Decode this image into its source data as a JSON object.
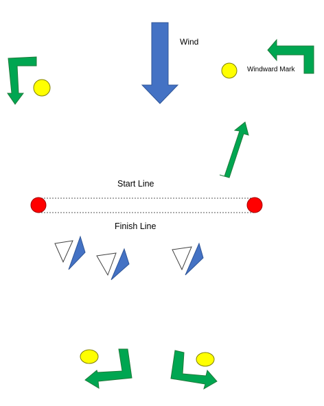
{
  "labels": {
    "wind": "Wind",
    "windward_mark": "Windward Mark",
    "start_line": "Start Line",
    "finish_line": "Finish Line"
  },
  "colors": {
    "wind_arrow": "#4472C4",
    "course_arrow": "#00A651",
    "course_arrow_outline": "#1E7B3A",
    "mark": "#FFFF00",
    "line_end_mark": "#FF0000",
    "boat_sail": "#4472C4",
    "boat_hull": "#ffffff",
    "dotted_line": "#555555"
  },
  "icons": {
    "wind": "down-arrow",
    "course": "bent-arrow",
    "mark": "circle-buoy",
    "boat": "triangle-sail"
  }
}
